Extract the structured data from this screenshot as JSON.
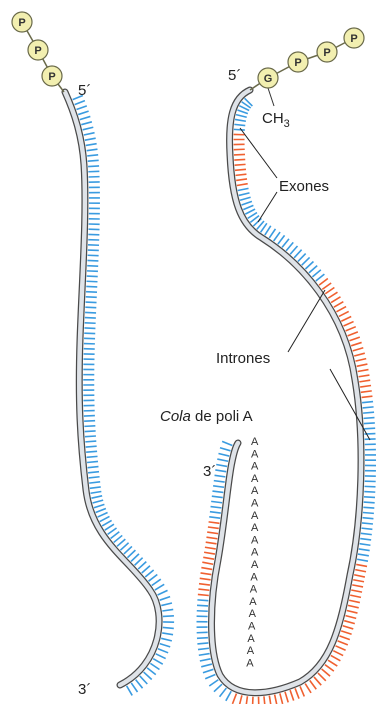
{
  "colors": {
    "exon": "#3a9be0",
    "intron": "#f06030",
    "backbone": "#dfe3e8",
    "backbone_edge": "#4a4a4a",
    "phosphate_fill": "#f2efb0",
    "phosphate_stroke": "#6a6a4a",
    "leader": "#222222"
  },
  "left_strand": {
    "phosphates": [
      "P",
      "P",
      "P"
    ],
    "five_prime": "5´",
    "three_prime": "3´"
  },
  "right_strand": {
    "cap_base": "G",
    "phosphates": [
      "P",
      "P",
      "P"
    ],
    "methyl_main": "CH",
    "methyl_sub": "3",
    "five_prime": "5´",
    "three_prime": "3´",
    "exons_label": "Exones",
    "introns_label": "Intrones",
    "poly_a_italic": "Cola",
    "poly_a_rest": " de poli A",
    "poly_a_letter": "A",
    "poly_a_count": 19
  }
}
